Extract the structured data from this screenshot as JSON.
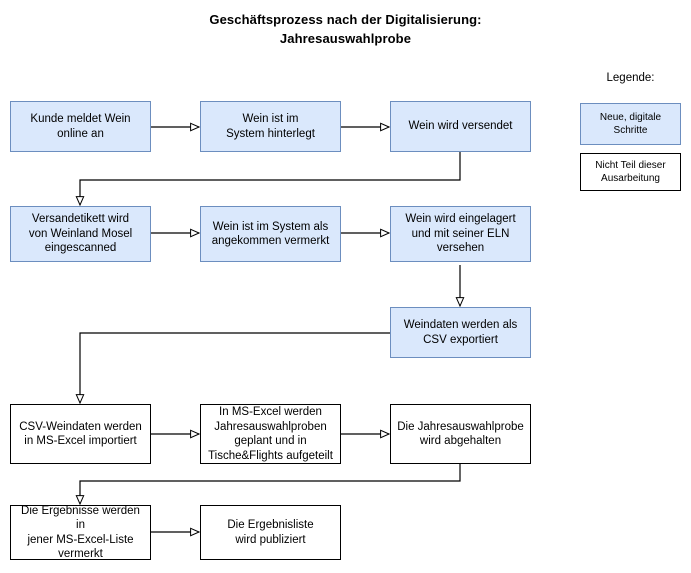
{
  "title": {
    "line1": "Geschäftsprozess nach der Digitalisierung:",
    "line2": "Jahresauswahlprobe"
  },
  "colors": {
    "new_step_fill": "#dae8fc",
    "new_step_stroke": "#6c8ebf",
    "out_of_scope_fill": "#ffffff",
    "out_of_scope_stroke": "#000000",
    "connector": "#000000",
    "background": "#ffffff"
  },
  "legend": {
    "heading": "Legende:",
    "items": [
      {
        "label": "Neue, digitale Schritte",
        "style": "blue"
      },
      {
        "label": "Nicht Teil dieser Ausarbeitung",
        "style": "white"
      }
    ]
  },
  "nodes": [
    {
      "id": "n1",
      "lines": [
        "Kunde meldet Wein",
        "online an"
      ],
      "style": "blue"
    },
    {
      "id": "n2",
      "lines": [
        "Wein ist im",
        "System hinterlegt"
      ],
      "style": "blue"
    },
    {
      "id": "n3",
      "lines": [
        "Wein wird versendet"
      ],
      "style": "blue"
    },
    {
      "id": "n4",
      "lines": [
        "Versandetikett wird",
        "von Weinland Mosel",
        "eingescanned"
      ],
      "style": "blue"
    },
    {
      "id": "n5",
      "lines": [
        "Wein ist im System als",
        "angekommen vermerkt"
      ],
      "style": "blue"
    },
    {
      "id": "n6",
      "lines": [
        "Wein wird eingelagert",
        "und mit seiner ELN",
        "versehen"
      ],
      "style": "blue"
    },
    {
      "id": "n7",
      "lines": [
        "Weindaten werden als",
        "CSV exportiert"
      ],
      "style": "blue"
    },
    {
      "id": "n8",
      "lines": [
        "CSV-Weindaten werden",
        "in MS-Excel importiert"
      ],
      "style": "white"
    },
    {
      "id": "n9",
      "lines": [
        "In MS-Excel werden",
        "Jahresauswahlproben",
        "geplant und in",
        "Tische&Flights aufgeteilt"
      ],
      "style": "white"
    },
    {
      "id": "n10",
      "lines": [
        "Die Jahresauswahlprobe",
        "wird abgehalten"
      ],
      "style": "white"
    },
    {
      "id": "n11",
      "lines": [
        "Die Ergebnisse werden in",
        "jener MS-Excel-Liste",
        "vermerkt"
      ],
      "style": "white"
    },
    {
      "id": "n12",
      "lines": [
        "Die Ergebnisliste",
        "wird publiziert"
      ],
      "style": "white"
    }
  ],
  "edges": [
    {
      "from": "n1",
      "to": "n2",
      "kind": "horizontal"
    },
    {
      "from": "n2",
      "to": "n3",
      "kind": "horizontal"
    },
    {
      "from": "n3",
      "to": "n4",
      "kind": "elbow-down-left"
    },
    {
      "from": "n4",
      "to": "n5",
      "kind": "horizontal"
    },
    {
      "from": "n5",
      "to": "n6",
      "kind": "horizontal"
    },
    {
      "from": "n6",
      "to": "n7",
      "kind": "vertical"
    },
    {
      "from": "n7",
      "to": "n8",
      "kind": "elbow-left-down"
    },
    {
      "from": "n8",
      "to": "n9",
      "kind": "horizontal"
    },
    {
      "from": "n9",
      "to": "n10",
      "kind": "horizontal"
    },
    {
      "from": "n10",
      "to": "n11",
      "kind": "elbow-down-left"
    },
    {
      "from": "n11",
      "to": "n12",
      "kind": "horizontal"
    }
  ]
}
